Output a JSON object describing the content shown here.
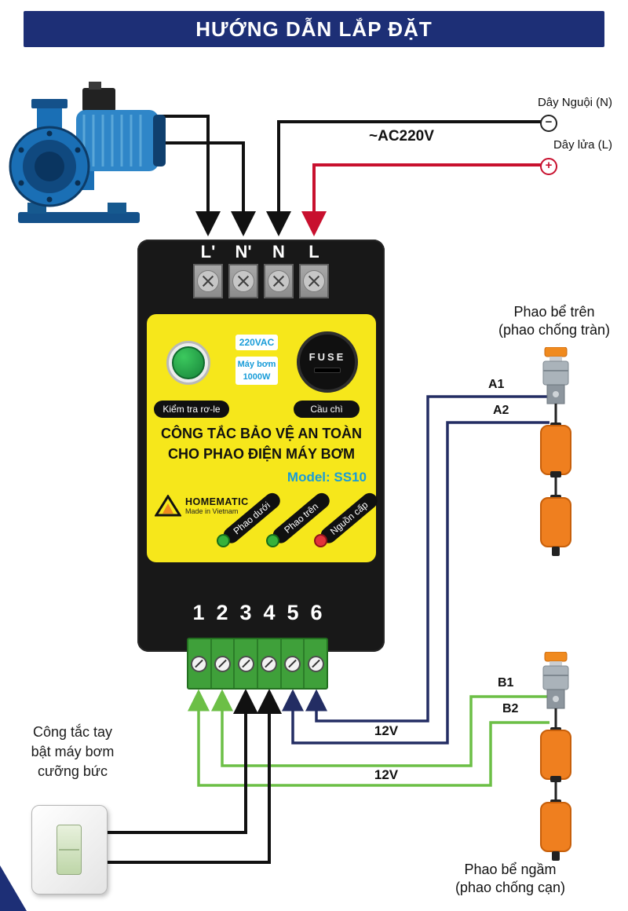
{
  "title": "HƯỚNG DẪN LẮP ĐẶT",
  "power": {
    "ac": "~AC220V",
    "neutral_label": "Dây Nguội (N)",
    "neutral_sign": "−",
    "live_label": "Dây lửa (L)",
    "live_sign": "+"
  },
  "controller": {
    "top_terminals": [
      "L'",
      "N'",
      "N",
      "L"
    ],
    "bottom_terminals": [
      "1",
      "2",
      "3",
      "4",
      "5",
      "6"
    ],
    "voltage_badge": "220VAC",
    "power_badge_line1": "Máy bơm",
    "power_badge_line2": "1000W",
    "fuse_text": "FUSE",
    "test_label": "Kiểm tra rơ-le",
    "fuse_label": "Cầu chì",
    "title_line1": "CÔNG TẮC BẢO VỆ AN TOÀN",
    "title_line2": "CHO PHAO ĐIỆN MÁY BƠM",
    "model": "Model: SS10",
    "brand": "HOMEMATIC",
    "brand_tagline": "Made in Vietnam",
    "leds": [
      {
        "label": "Phao dưới",
        "color": "#36b23a"
      },
      {
        "label": "Phao trên",
        "color": "#36b23a"
      },
      {
        "label": "Nguồn cấp",
        "color": "#e2333a"
      }
    ]
  },
  "float_top": {
    "name_line1": "Phao bể trên",
    "name_line2": "(phao chống tràn)",
    "t1": "A1",
    "t2": "A2",
    "voltage": "12V"
  },
  "float_bottom": {
    "name_line1": "Phao bể ngầm",
    "name_line2": "(phao chống cạn)",
    "t1": "B1",
    "t2": "B2",
    "voltage": "12V"
  },
  "manual_switch": {
    "line1": "Công tắc tay",
    "line2": "bật máy bơm",
    "line3": "cưỡng bức"
  },
  "colors": {
    "banner": "#1d2f76",
    "panel_yellow": "#f6e71b",
    "wire_live": "#c8102e",
    "wire_float_top": "#232d63",
    "wire_float_bottom": "#6cbf46",
    "terminal_green": "#3fa03a",
    "float_orange": "#ef7f1f"
  }
}
